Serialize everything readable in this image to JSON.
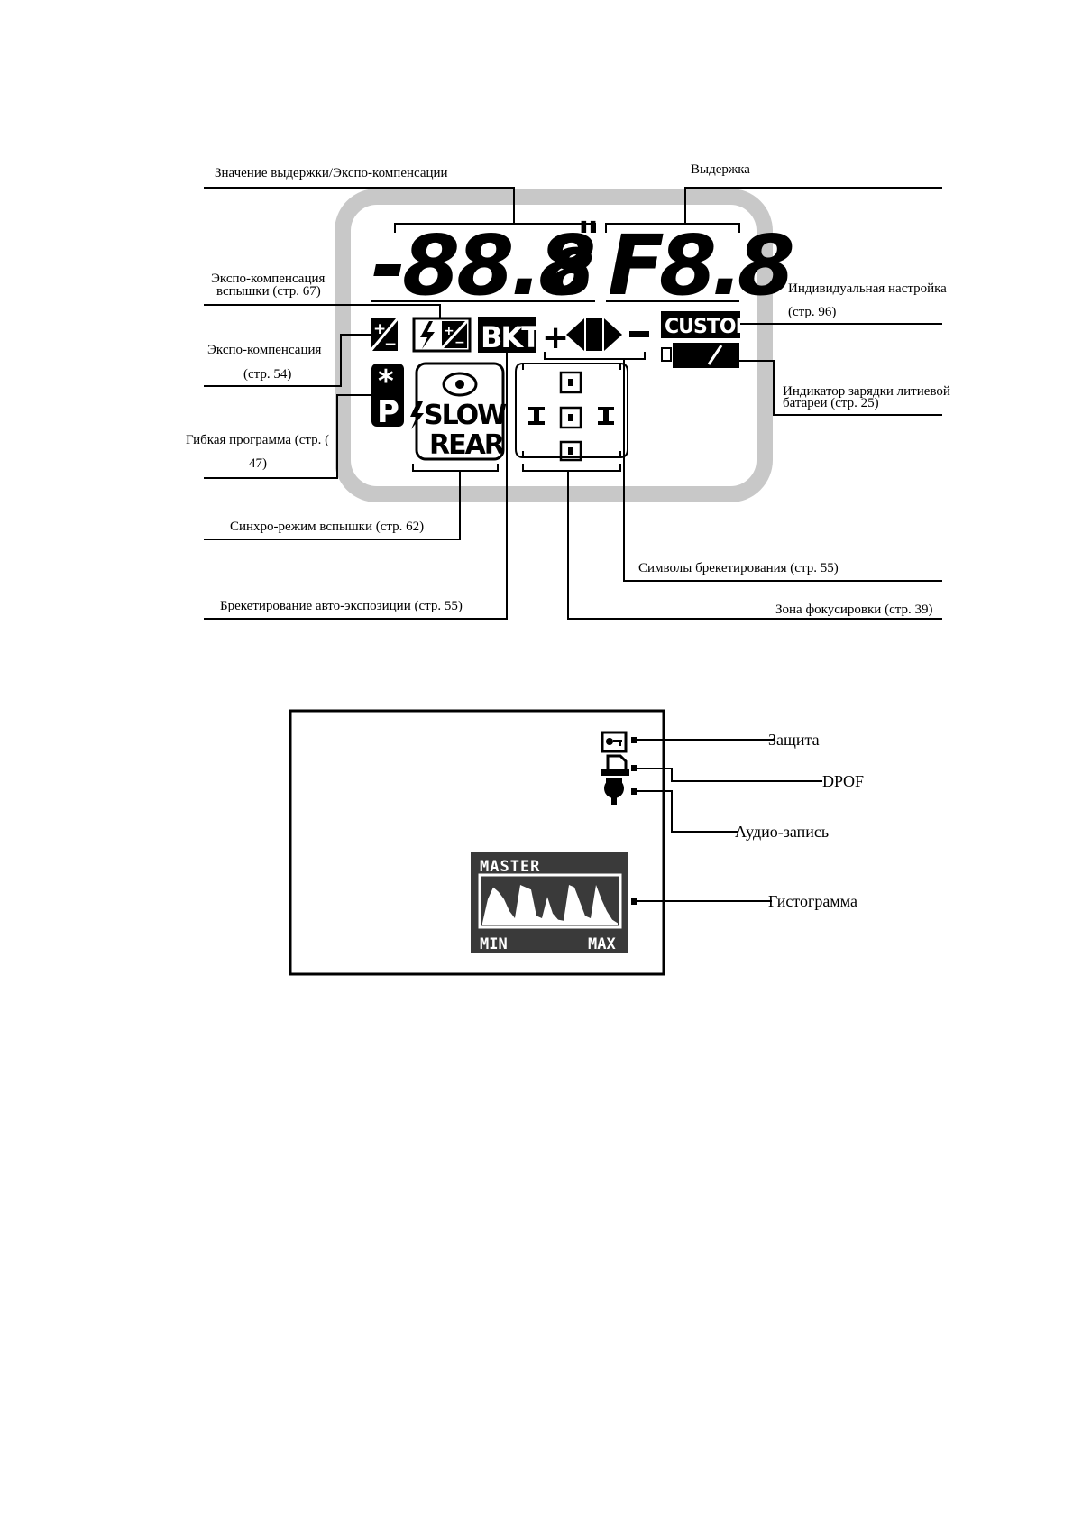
{
  "lcd": {
    "shutter_digits": "-88.8",
    "shutter_sub": "8",
    "seconds_mark": "\"",
    "aperture_digits": "F8.8",
    "bkt": "BKT",
    "custom": "CUSTOM",
    "plus": "+",
    "minus": "−",
    "flexible_star": "*",
    "flexible_p": "P",
    "slow": "SLOW",
    "rear": "REAR",
    "ev_icon_plus": "+",
    "ev_icon_minus": "−"
  },
  "labels": {
    "shutter_value_exp_comp": "Значение выдержки/Экспо-компенсации",
    "shutter": "Выдержка",
    "flash_exp_comp_line1": "Экспо-компенсация",
    "flash_exp_comp_line2": "вспышки (стр. 67)",
    "exp_comp_line1": "Экспо-компенсация",
    "exp_comp_line2": "(стр. 54)",
    "flexible_program_line1": "Гибкая программа (стр. (",
    "flexible_program_line2": "47)",
    "custom_setting_line1": "Индивидуальная настройка",
    "custom_setting_line2": "(стр. 96)",
    "battery_line1": "Индикатор зарядки литиевой",
    "battery_line2": "батареи (стр. 25)",
    "flash_sync": "Синхро-режим вспышки (стр. 62)",
    "bracketing_symbols": "Символы брекетирования (стр. 55)",
    "auto_exposure_bracketing": "Брекетирование авто-экспозиции (стр. 55)",
    "focus_area": "Зона фокусировки (стр. 39)"
  },
  "playback": {
    "protect": "Защита",
    "dpof": "DPOF",
    "audio": "Аудио-запись",
    "histogram": "Гистограмма",
    "master": "MASTER",
    "min": "MIN",
    "max": "MAX"
  },
  "histogram_data": {
    "type": "area",
    "values": [
      0.05,
      0.55,
      0.8,
      0.7,
      0.55,
      0.3,
      0.15,
      0.85,
      0.8,
      0.75,
      0.2,
      0.15,
      0.6,
      0.25,
      0.12,
      0.1,
      0.85,
      0.8,
      0.5,
      0.2,
      0.15,
      0.85,
      0.55,
      0.3,
      0.12,
      0.05
    ]
  }
}
